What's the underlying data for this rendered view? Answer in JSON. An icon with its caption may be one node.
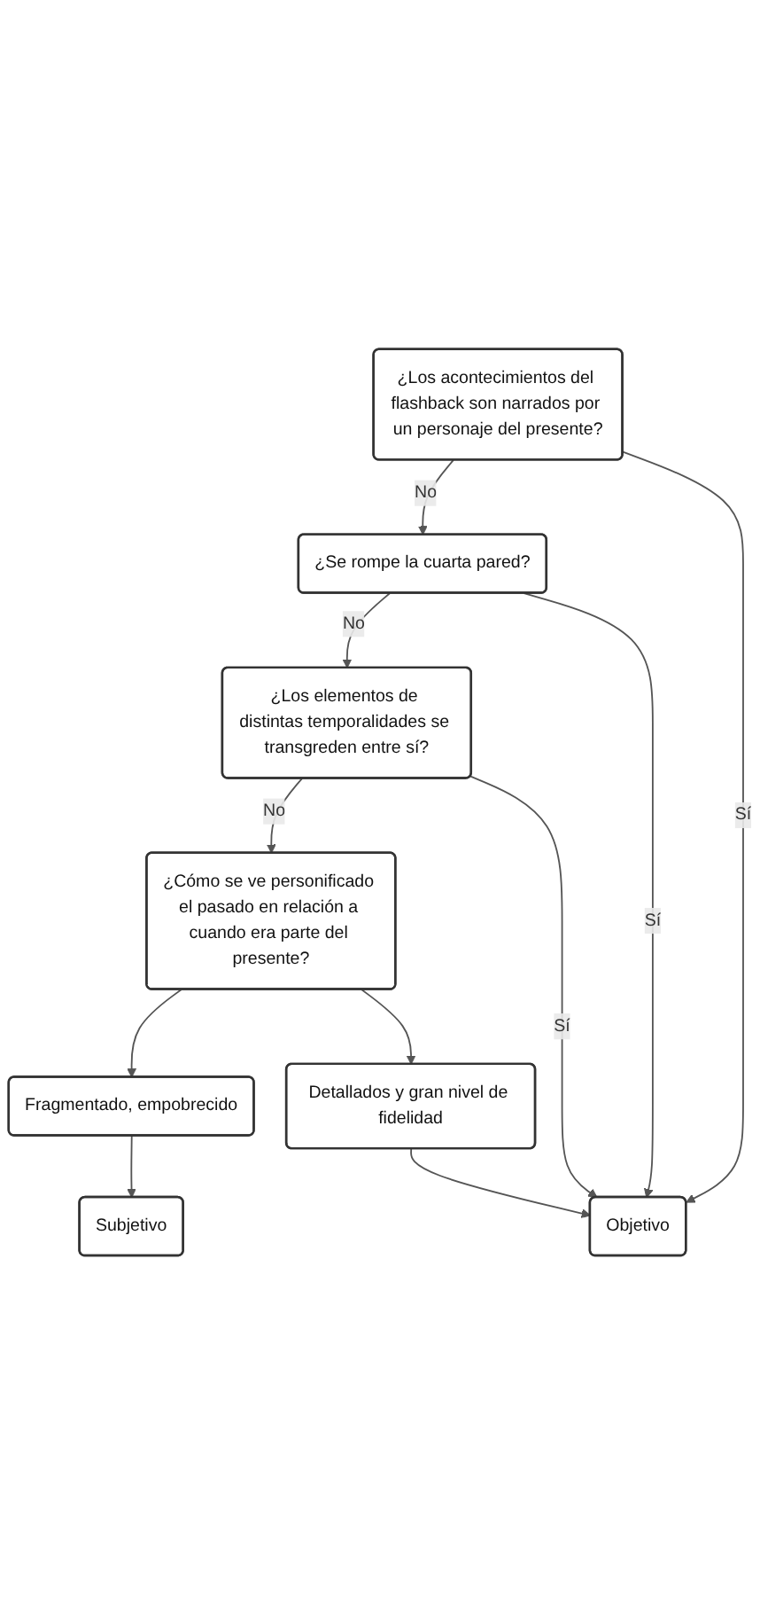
{
  "diagram": {
    "nodes": [
      {
        "text": [
          "¿Los acontecimientos del flashback son narrados por un personaje del presente?"
        ]
      },
      {
        "text": [
          "¿Se rompe la cuarta pared?"
        ]
      },
      {
        "text": [
          "¿Los elementos de distintas temporalidades se transgreden entre sí?"
        ]
      },
      {
        "text": [
          "¿Cómo se ve personificado el pasado en relación a cuando era parte del presente?"
        ]
      },
      {
        "text": [
          "Fragmentado, empobrecido"
        ]
      },
      {
        "text": [
          "Detallados y gran nivel de fidelidad"
        ]
      },
      {
        "text": [
          "Subjetivo"
        ]
      },
      {
        "text": [
          "Objetivo"
        ]
      }
    ],
    "edges": [
      {
        "from": 0,
        "to": 1,
        "arrow": "to",
        "label": "No"
      },
      {
        "from": 1,
        "to": 2,
        "arrow": "to",
        "label": "No"
      },
      {
        "from": 2,
        "to": 3,
        "arrow": "to",
        "label": "No"
      },
      {
        "from": 3,
        "to": 4,
        "arrow": "to"
      },
      {
        "from": 3,
        "to": 5,
        "arrow": "to"
      },
      {
        "from": 4,
        "to": 6,
        "arrow": "to"
      },
      {
        "from": 5,
        "to": 7,
        "arrow": "to"
      },
      {
        "from": 0,
        "to": 7,
        "arrow": "to",
        "label": "Sí"
      },
      {
        "from": 1,
        "to": 7,
        "arrow": "to",
        "label": "Sí"
      },
      {
        "from": 2,
        "to": 7,
        "arrow": "to",
        "label": "Sí"
      }
    ]
  }
}
